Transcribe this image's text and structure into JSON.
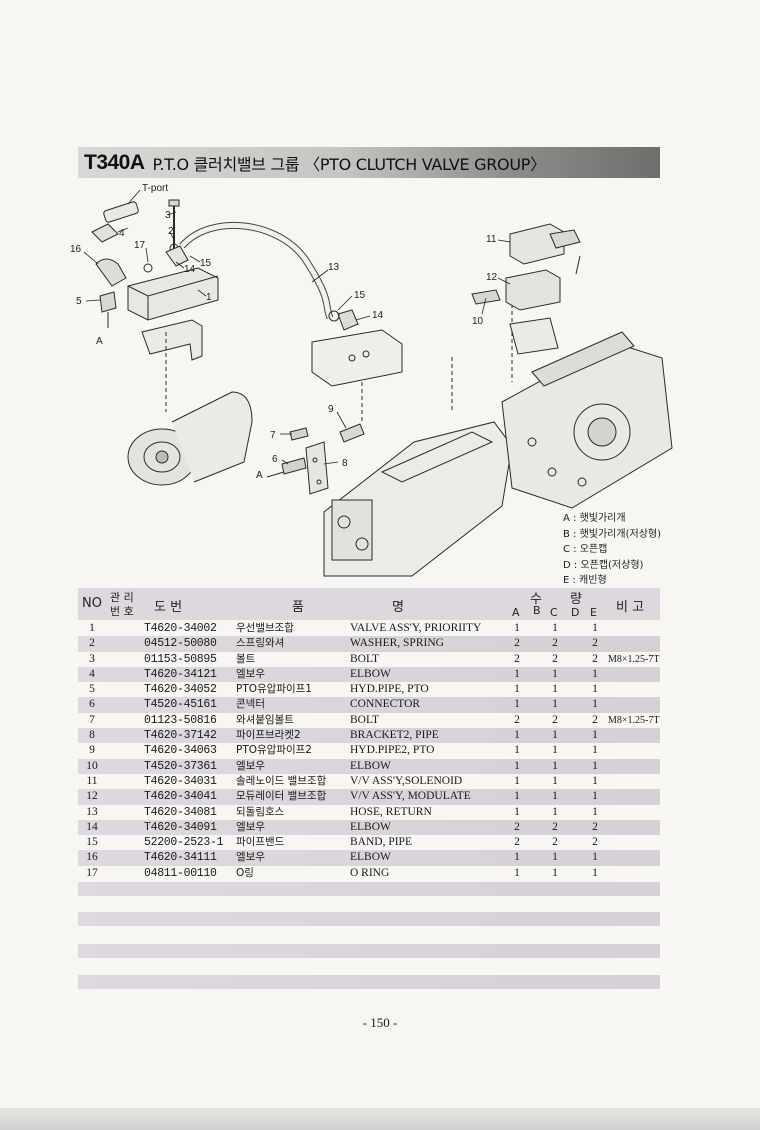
{
  "header": {
    "code": "T340A",
    "title": "P.T.O 클러치밸브 그룹 〈PTO CLUTCH VALVE GROUP〉"
  },
  "diagram": {
    "labels": [
      "T-port",
      "3",
      "4",
      "17",
      "2",
      "16",
      "14",
      "15",
      "5",
      "1",
      "A",
      "13",
      "15",
      "14",
      "11",
      "12",
      "10",
      "9",
      "7",
      "6",
      "8",
      "A"
    ]
  },
  "legend": [
    "A : 햇빛가리개",
    "B : 햇빛가리개(저상형)",
    "C : 오픈캡",
    "D : 오픈캡(저상형)",
    "E : 캐빈형"
  ],
  "table": {
    "headers": {
      "no": "NO",
      "mgmt": "관 리",
      "num": "번 호",
      "drawing": "도   번",
      "pum": "품",
      "myeong": "명",
      "su": "수",
      "ryang": "량",
      "bigo": "비   고",
      "qty_cols": [
        "A",
        "B",
        "C",
        "D",
        "E"
      ]
    },
    "rows": [
      {
        "no": "1",
        "part": "T4620-34002",
        "ko": "우선밸브조합",
        "en": "VALVE ASS'Y, PRIORIITY",
        "q1": "1",
        "q2": "1",
        "q3": "1",
        "remark": ""
      },
      {
        "no": "2",
        "part": "04512-50080",
        "ko": "스프링와셔",
        "en": "WASHER, SPRING",
        "q1": "2",
        "q2": "2",
        "q3": "2",
        "remark": ""
      },
      {
        "no": "3",
        "part": "01153-50895",
        "ko": "볼트",
        "en": "BOLT",
        "q1": "2",
        "q2": "2",
        "q3": "2",
        "remark": "M8×1.25-7T"
      },
      {
        "no": "4",
        "part": "T4620-34121",
        "ko": "엘보우",
        "en": "ELBOW",
        "q1": "1",
        "q2": "1",
        "q3": "1",
        "remark": ""
      },
      {
        "no": "5",
        "part": "T4620-34052",
        "ko": "PTO유압파이프1",
        "en": "HYD.PIPE, PTO",
        "q1": "1",
        "q2": "1",
        "q3": "1",
        "remark": ""
      },
      {
        "no": "6",
        "part": "T4520-45161",
        "ko": "콘넥터",
        "en": "CONNECTOR",
        "q1": "1",
        "q2": "1",
        "q3": "1",
        "remark": ""
      },
      {
        "no": "7",
        "part": "01123-50816",
        "ko": "와셔붙임볼트",
        "en": "BOLT",
        "q1": "2",
        "q2": "2",
        "q3": "2",
        "remark": "M8×1.25-7T"
      },
      {
        "no": "8",
        "part": "T4620-37142",
        "ko": "파이프브라켓2",
        "en": "BRACKET2, PIPE",
        "q1": "1",
        "q2": "1",
        "q3": "1",
        "remark": ""
      },
      {
        "no": "9",
        "part": "T4620-34063",
        "ko": "PTO유압파이프2",
        "en": "HYD.PIPE2, PTO",
        "q1": "1",
        "q2": "1",
        "q3": "1",
        "remark": ""
      },
      {
        "no": "10",
        "part": "T4520-37361",
        "ko": "엘보우",
        "en": "ELBOW",
        "q1": "1",
        "q2": "1",
        "q3": "1",
        "remark": ""
      },
      {
        "no": "11",
        "part": "T4620-34031",
        "ko": "솔레노이드 밸브조합",
        "en": "V/V ASS'Y,SOLENOID",
        "q1": "1",
        "q2": "1",
        "q3": "1",
        "remark": ""
      },
      {
        "no": "12",
        "part": "T4620-34041",
        "ko": "모듀레이터 밸브조합",
        "en": "V/V ASS'Y, MODULATE",
        "q1": "1",
        "q2": "1",
        "q3": "1",
        "remark": ""
      },
      {
        "no": "13",
        "part": "T4620-34081",
        "ko": "되돌림호스",
        "en": "HOSE, RETURN",
        "q1": "1",
        "q2": "1",
        "q3": "1",
        "remark": ""
      },
      {
        "no": "14",
        "part": "T4620-34091",
        "ko": "엘보우",
        "en": "ELBOW",
        "q1": "2",
        "q2": "2",
        "q3": "2",
        "remark": ""
      },
      {
        "no": "15",
        "part": "52200-2523-1",
        "ko": "파이프밴드",
        "en": "BAND, PIPE",
        "q1": "2",
        "q2": "2",
        "q3": "2",
        "remark": ""
      },
      {
        "no": "16",
        "part": "T4620-34111",
        "ko": "엘보우",
        "en": "ELBOW",
        "q1": "1",
        "q2": "1",
        "q3": "1",
        "remark": ""
      },
      {
        "no": "17",
        "part": "04811-00110",
        "ko": "O링",
        "en": "O RING",
        "q1": "1",
        "q2": "1",
        "q3": "1",
        "remark": ""
      }
    ]
  },
  "footer": {
    "page": "- 150 -"
  }
}
